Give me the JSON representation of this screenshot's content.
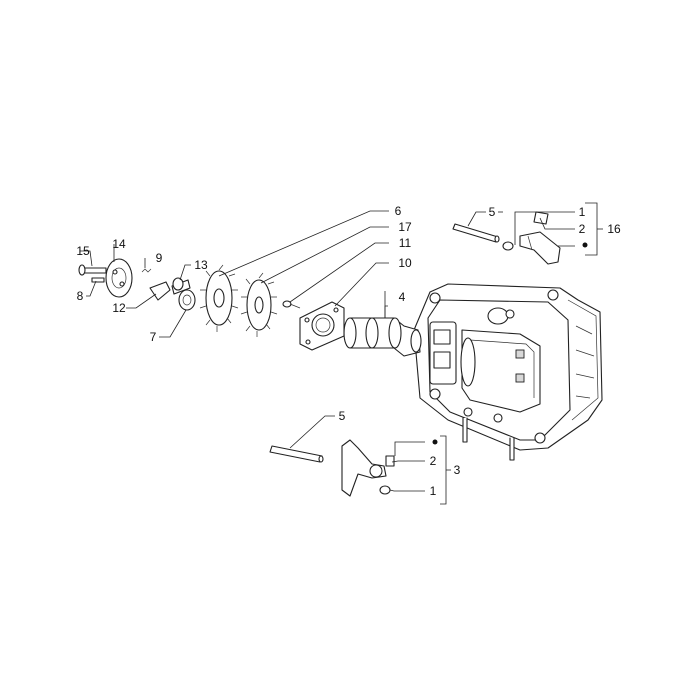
{
  "callouts": [
    {
      "id": "c6",
      "text": "6"
    },
    {
      "id": "c17",
      "text": "17"
    },
    {
      "id": "c11",
      "text": "11"
    },
    {
      "id": "c10",
      "text": "10"
    },
    {
      "id": "c4",
      "text": "4"
    },
    {
      "id": "c15",
      "text": "15"
    },
    {
      "id": "c14",
      "text": "14"
    },
    {
      "id": "c9",
      "text": "9"
    },
    {
      "id": "c13",
      "text": "13"
    },
    {
      "id": "c8",
      "text": "8"
    },
    {
      "id": "c12",
      "text": "12"
    },
    {
      "id": "c7",
      "text": "7"
    },
    {
      "id": "c5a",
      "text": "5"
    },
    {
      "id": "c1a",
      "text": "1"
    },
    {
      "id": "c2a",
      "text": "2"
    },
    {
      "id": "c16",
      "text": "16"
    },
    {
      "id": "c5b",
      "text": "5"
    },
    {
      "id": "c2b",
      "text": "2"
    },
    {
      "id": "c3",
      "text": "3"
    },
    {
      "id": "c1b",
      "text": "1"
    }
  ]
}
